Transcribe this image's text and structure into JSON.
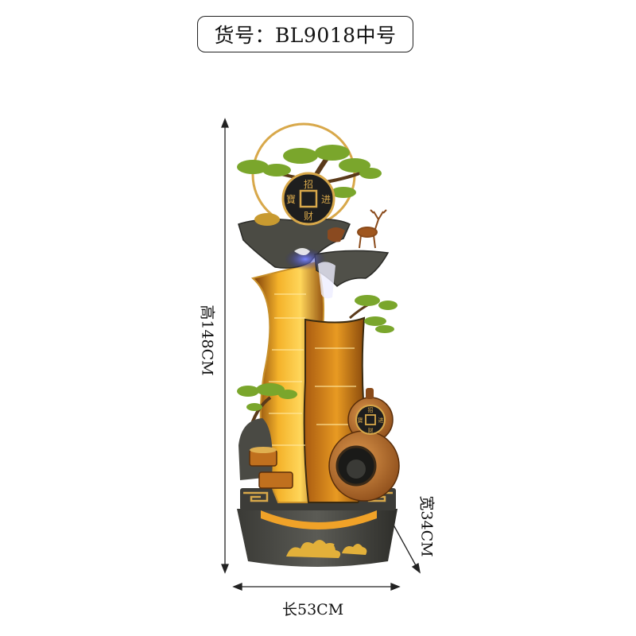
{
  "header": {
    "title": "货号：BL9018中号"
  },
  "dimensions": {
    "height": "高148CM",
    "length": "长53CM",
    "width": "宽34CM"
  },
  "product": {
    "coin_top": {
      "top": "招",
      "right": "进",
      "bottom": "财",
      "left": "寶"
    },
    "coin_gourd": {
      "top": "招",
      "right": "进",
      "bottom": "财",
      "left": "寶"
    },
    "colors": {
      "glow": "#f2a21c",
      "stone": "#4a4a44",
      "pine": "#7aa62c",
      "gold": "#d8a84a",
      "gourd": "#b86a2a"
    }
  }
}
